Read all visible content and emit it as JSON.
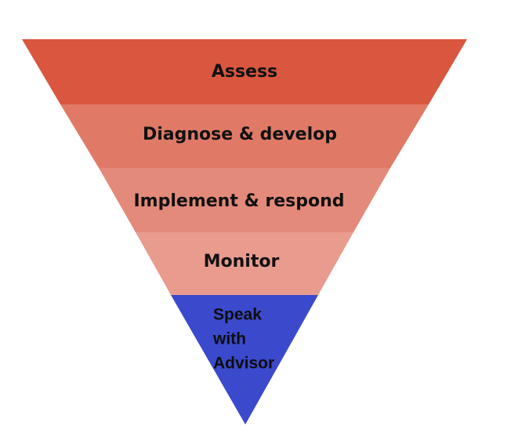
{
  "funnel": {
    "layers": [
      {
        "label": "Assess",
        "color": "#d9573f"
      },
      {
        "label": "Diagnose & develop",
        "color": "#e07a67"
      },
      {
        "label": "Implement & respond",
        "color": "#e48a7a"
      },
      {
        "label": "Monitor",
        "color": "#e99b8e"
      }
    ],
    "advisor": {
      "lines": [
        "Speak",
        "with",
        "Advisor"
      ],
      "color": "#3b49cc"
    }
  }
}
